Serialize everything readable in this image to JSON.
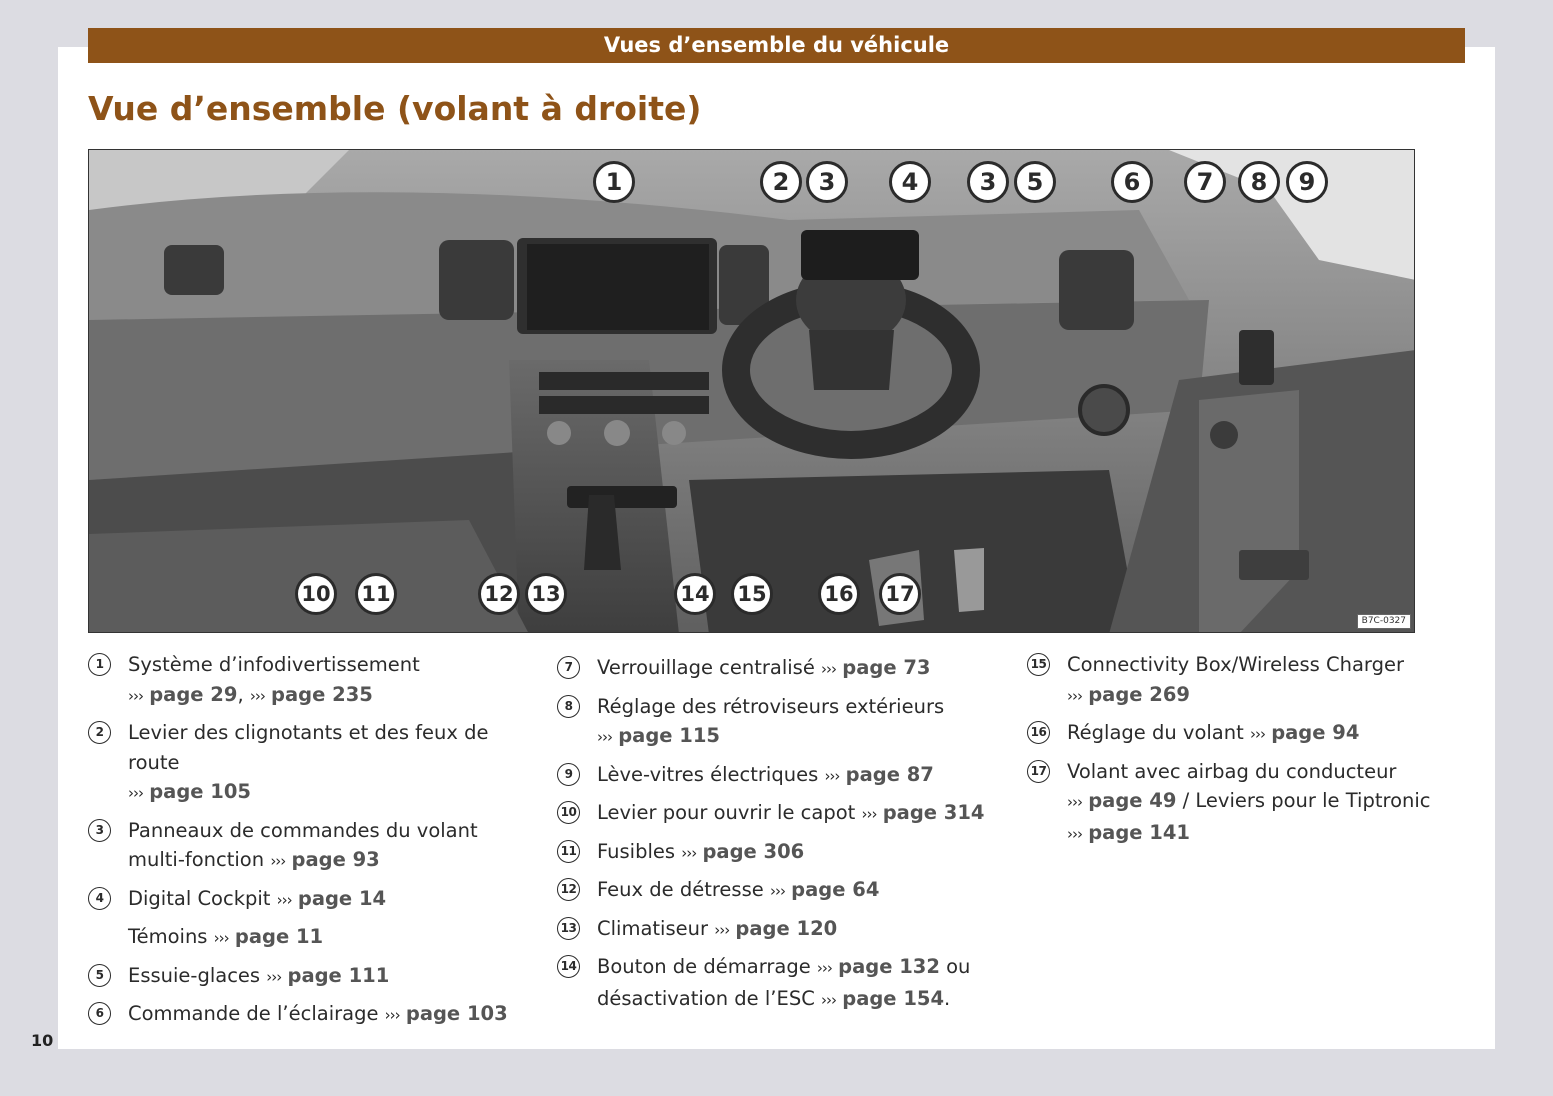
{
  "header": {
    "banner": "Vues d’ensemble du véhicule",
    "title": "Vue d’ensemble (volant à droite)"
  },
  "image": {
    "code": "B7C-0327"
  },
  "callouts": [
    "1",
    "2",
    "3",
    "4",
    "3",
    "5",
    "6",
    "7",
    "8",
    "9",
    "10",
    "11",
    "12",
    "13",
    "14",
    "15",
    "16",
    "17"
  ],
  "legend": {
    "c1": {
      "n": "1",
      "text": "Système d’infodivertissement",
      "a": "›››",
      "r1": "page 29",
      "sep": ", ",
      "r2": "page 235"
    },
    "c2": {
      "n": "2",
      "text": "Levier des clignotants et des feux de route",
      "a": "›››",
      "r1": "page 105"
    },
    "c3": {
      "n": "3",
      "text": "Panneaux de commandes du volant multi-fonction",
      "a": "›››",
      "r1": "page 93"
    },
    "c4": {
      "n": "4",
      "text": "Digital Cockpit",
      "a": "›››",
      "r1": "page 14"
    },
    "c4b": {
      "text": "Témoins",
      "a": "›››",
      "r1": "page 11"
    },
    "c5": {
      "n": "5",
      "text": "Essuie-glaces",
      "a": "›››",
      "r1": "page 111"
    },
    "c6": {
      "n": "6",
      "text": "Commande de l’éclairage",
      "a": "›››",
      "r1": "page 103"
    },
    "c7": {
      "n": "7",
      "text": "Verrouillage centralisé",
      "a": "›››",
      "r1": "page 73"
    },
    "c8": {
      "n": "8",
      "text": "Réglage des rétroviseurs extérieurs",
      "a": "›››",
      "r1": "page 115"
    },
    "c9": {
      "n": "9",
      "text": "Lève-vitres électriques",
      "a": "›››",
      "r1": "page 87"
    },
    "c10": {
      "n": "10",
      "text": "Levier pour ouvrir le capot",
      "a": "›››",
      "r1": "page 314"
    },
    "c11": {
      "n": "11",
      "text": "Fusibles",
      "a": "›››",
      "r1": "page 306"
    },
    "c12": {
      "n": "12",
      "text": "Feux de détresse",
      "a": "›››",
      "r1": "page 64"
    },
    "c13": {
      "n": "13",
      "text": "Climatiseur",
      "a": "›››",
      "r1": "page 120"
    },
    "c14": {
      "n": "14",
      "text": "Bouton de démarrage",
      "a": "›››",
      "r1": "page 132",
      "t2": " ou désactivation de l’ESC",
      "r2": "page 154",
      "end": "."
    },
    "c15": {
      "n": "15",
      "text": "Connectivity Box/Wireless Charger",
      "a": "›››",
      "r1": "page 269"
    },
    "c16": {
      "n": "16",
      "text": "Réglage du volant",
      "a": "›››",
      "r1": "page 94"
    },
    "c17": {
      "n": "17",
      "text": "Volant avec airbag du conducteur",
      "a": "›››",
      "r1": "page 49",
      "t2": " / Leviers pour le Tiptronic",
      "r2": "page 141"
    }
  },
  "footer": {
    "page_number": "10"
  }
}
